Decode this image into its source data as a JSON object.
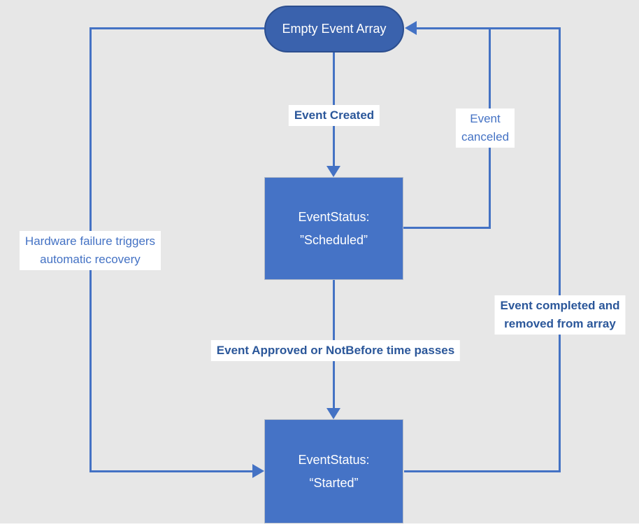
{
  "diagram": {
    "nodes": {
      "empty_event_array": {
        "label": "Empty Event Array"
      },
      "scheduled": {
        "line1": "EventStatus:",
        "line2": "”Scheduled”"
      },
      "started": {
        "line1": "EventStatus:",
        "line2": "“Started”"
      }
    },
    "edges": {
      "event_created": {
        "label": "Event Created"
      },
      "event_canceled": {
        "label_line1": "Event",
        "label_line2": "canceled"
      },
      "hardware_failure": {
        "label_line1": "Hardware failure triggers",
        "label_line2": "automatic recovery"
      },
      "event_completed": {
        "label_line1": "Event completed and",
        "label_line2": "removed from array"
      },
      "event_approved": {
        "label": "Event Approved or NotBefore time passes"
      }
    },
    "colors": {
      "background": "#e7e7e7",
      "connector": "#4472c4",
      "node_fill": "#4573c6",
      "ellipse_fill": "#3a62ad",
      "ellipse_border": "#2c4e8e",
      "node_text": "#ffffff",
      "label_text_bold": "#2b579a",
      "label_text_regular": "#4472c4",
      "label_background": "#ffffff"
    }
  }
}
